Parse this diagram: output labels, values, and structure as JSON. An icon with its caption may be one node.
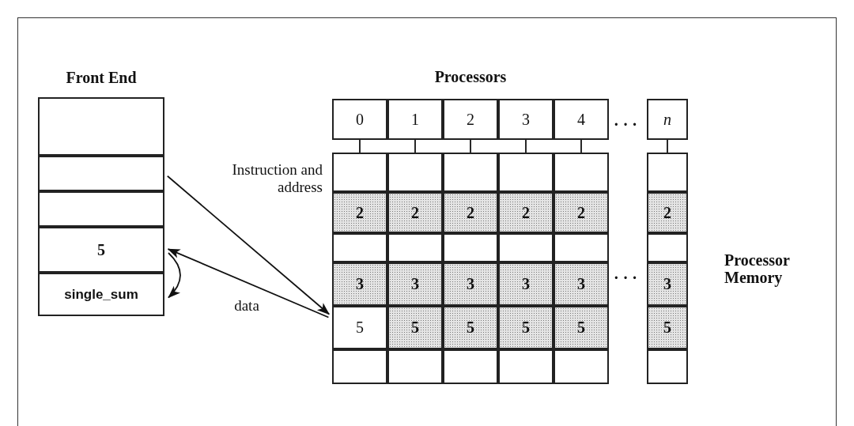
{
  "diagram": {
    "nodes": [
      {
        "text": [
          "Front End"
        ]
      },
      {
        "text": [],
        "shape": "box",
        "in": 0
      },
      {
        "text": [],
        "shape": "box",
        "in": 0
      },
      {
        "text": [],
        "shape": "box",
        "in": 0
      },
      {
        "text": [
          "5"
        ],
        "in": 0
      },
      {
        "text": [
          "single_sum"
        ],
        "in": 0
      },
      {
        "text": [
          "0"
        ]
      },
      {
        "text": [
          "1"
        ]
      },
      {
        "text": [
          "2"
        ]
      },
      {
        "text": [
          "3"
        ]
      },
      {
        "text": [
          "4"
        ]
      },
      {
        "text": [
          "n"
        ]
      },
      {
        "text": [],
        "shape": "box"
      },
      {
        "text": [],
        "shape": "box"
      },
      {
        "text": [],
        "shape": "box"
      },
      {
        "text": [],
        "shape": "box"
      },
      {
        "text": [],
        "shape": "box"
      },
      {
        "text": [],
        "shape": "box"
      },
      {
        "text": [
          "2"
        ]
      },
      {
        "text": [
          "2"
        ]
      },
      {
        "text": [
          "2"
        ]
      },
      {
        "text": [
          "2"
        ]
      },
      {
        "text": [
          "2"
        ]
      },
      {
        "text": [
          "2"
        ]
      },
      {
        "text": [],
        "shape": "box"
      },
      {
        "text": [],
        "shape": "box"
      },
      {
        "text": [],
        "shape": "box"
      },
      {
        "text": [],
        "shape": "box"
      },
      {
        "text": [],
        "shape": "box"
      },
      {
        "text": [],
        "shape": "box"
      },
      {
        "text": [
          "3"
        ]
      },
      {
        "text": [
          "3"
        ]
      },
      {
        "text": [
          "3"
        ]
      },
      {
        "text": [
          "3"
        ]
      },
      {
        "text": [
          "3"
        ]
      },
      {
        "text": [
          "3"
        ]
      },
      {
        "text": [
          "5"
        ]
      },
      {
        "text": [
          "5"
        ]
      },
      {
        "text": [
          "5"
        ]
      },
      {
        "text": [
          "5"
        ]
      },
      {
        "text": [
          "5"
        ]
      },
      {
        "text": [
          "5"
        ]
      },
      {
        "text": [],
        "shape": "box"
      },
      {
        "text": [],
        "shape": "box"
      },
      {
        "text": [],
        "shape": "box"
      },
      {
        "text": [],
        "shape": "box"
      },
      {
        "text": [],
        "shape": "box"
      },
      {
        "text": [],
        "shape": "box"
      }
    ],
    "edges": [
      {
        "from": 6,
        "to": 12,
        "arrow": "none"
      },
      {
        "from": 7,
        "to": 13,
        "arrow": "none"
      },
      {
        "from": 8,
        "to": 14,
        "arrow": "none"
      },
      {
        "from": 9,
        "to": 15,
        "arrow": "none"
      },
      {
        "from": 10,
        "to": 16,
        "arrow": "none"
      },
      {
        "from": 11,
        "to": 17,
        "arrow": "none"
      },
      {
        "from": 2,
        "to": 36,
        "arrow": "to",
        "label": "Instruction and address"
      },
      {
        "from": 36,
        "to": 4,
        "arrow": "to",
        "label": "data"
      },
      {
        "from": 4,
        "to": 5,
        "arrow": "to"
      }
    ],
    "labels": [
      "Processors",
      "· · ·",
      "Processor Memory",
      "· · ·"
    ]
  }
}
